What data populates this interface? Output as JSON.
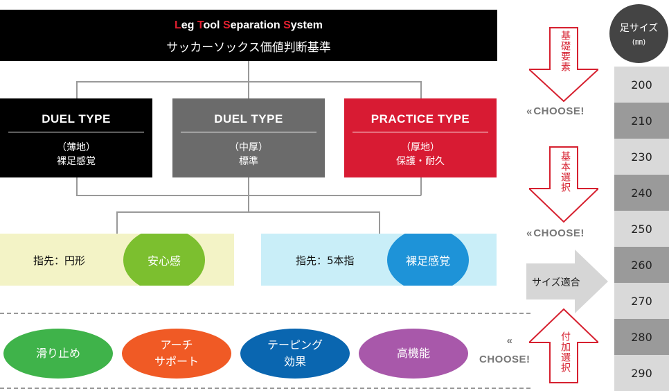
{
  "header": {
    "title_parts": [
      {
        "c": "L",
        "red": true
      },
      {
        "c": "eg ",
        "red": false
      },
      {
        "c": "T",
        "red": true
      },
      {
        "c": "ool ",
        "red": false
      },
      {
        "c": "S",
        "red": true
      },
      {
        "c": "eparation ",
        "red": false
      },
      {
        "c": "S",
        "red": true
      },
      {
        "c": "ystem",
        "red": false
      }
    ],
    "subtitle": "サッカーソックス価値判断基準"
  },
  "types": [
    {
      "name": "DUEL TYPE",
      "sub1": "（薄地）",
      "sub2": "裸足感覚",
      "color": "#000000"
    },
    {
      "name": "DUEL TYPE",
      "sub1": "（中厚）",
      "sub2": "標準",
      "color": "#6b6b6b"
    },
    {
      "name": "PRACTICE TYPE",
      "sub1": "（厚地）",
      "sub2": "保護・耐久",
      "color": "#d81b33"
    }
  ],
  "toes": [
    {
      "label": "指先：円形",
      "badge": "安心感",
      "panel_color": "#f3f3c6",
      "badge_color": "#7cbf2f"
    },
    {
      "label": "指先：5本指",
      "badge": "裸足感覚",
      "panel_color": "#c9eef8",
      "badge_color": "#1e93d8"
    }
  ],
  "options": [
    {
      "lines": [
        "滑り止め"
      ],
      "color": "#3fb34a"
    },
    {
      "lines": [
        "アーチ",
        "サポート"
      ],
      "color": "#f05a25"
    },
    {
      "lines": [
        "テーピング",
        "効果"
      ],
      "color": "#0a66b0"
    },
    {
      "lines": [
        "高機能"
      ],
      "color": "#a858aa"
    }
  ],
  "choose_label": "CHOOSE!",
  "choose_chevron": "«",
  "steps": {
    "basic_element": "基礎要素",
    "basic_select": "基本選択",
    "additional_select": "付加選択",
    "size_fit": "サイズ適合"
  },
  "size": {
    "header": "足サイズ",
    "unit": "(㎜)",
    "values": [
      "200",
      "210",
      "230",
      "240",
      "250",
      "260",
      "270",
      "280",
      "290"
    ]
  }
}
